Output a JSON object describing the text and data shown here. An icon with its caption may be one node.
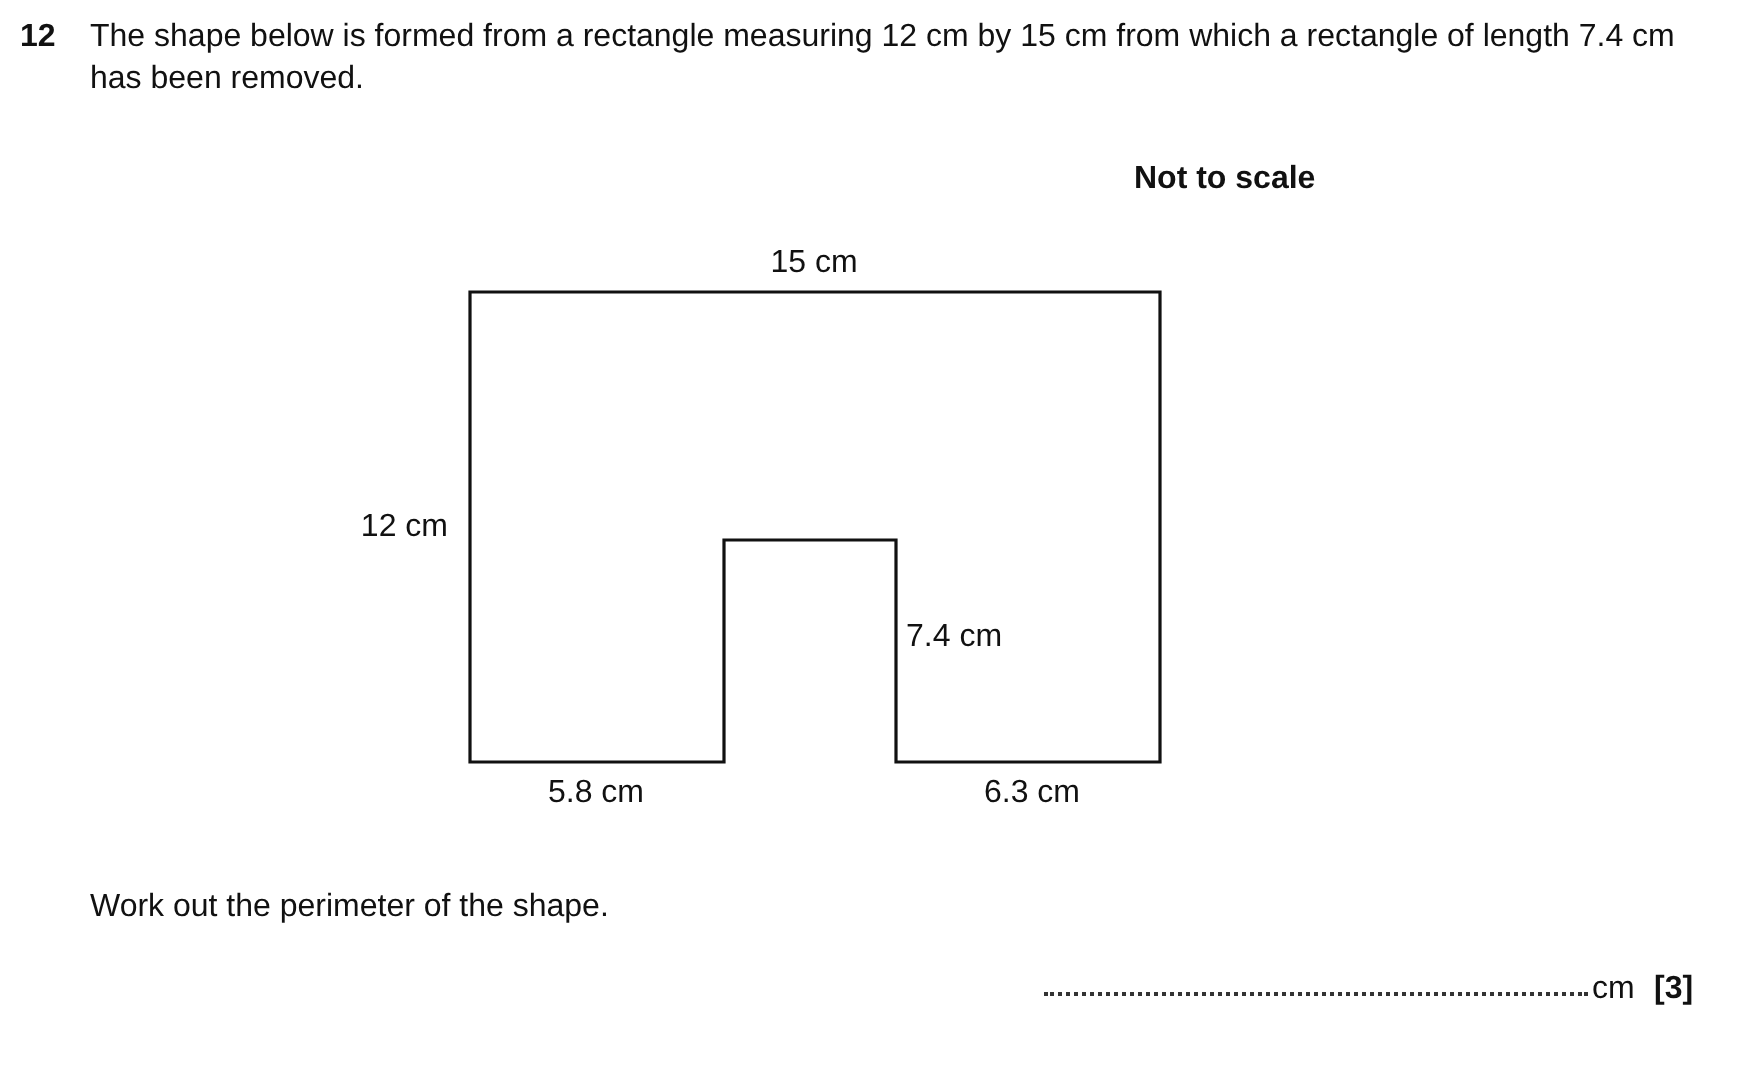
{
  "diagram": {
    "labels": [
      "12",
      "The shape below is formed from a rectangle measuring 12 cm by 15 cm from which a rectangle of length 7.4 cm has been removed.",
      "Not to scale",
      "15 cm",
      "12 cm",
      "7.4 cm",
      "5.8 cm",
      "6.3 cm",
      "Work out the perimeter of the shape.",
      "cm",
      "[3]"
    ]
  }
}
